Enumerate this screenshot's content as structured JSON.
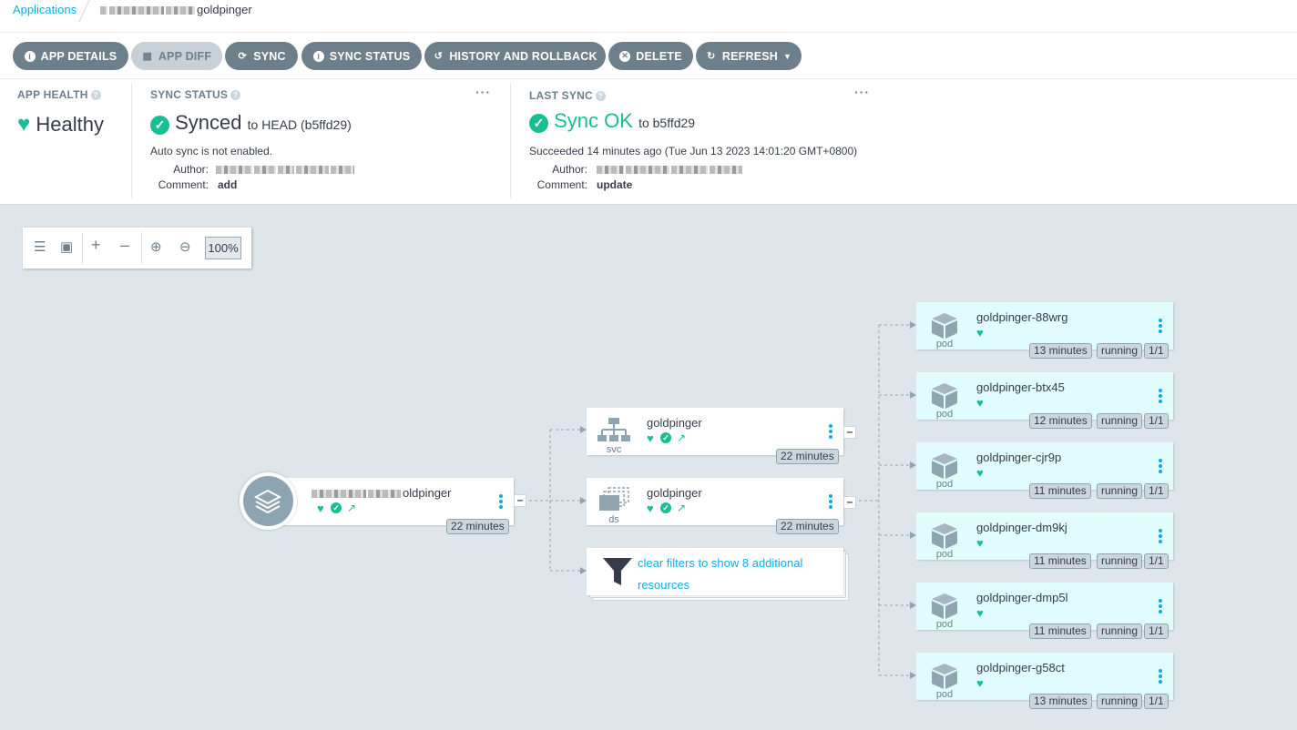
{
  "breadcrumb": {
    "root": "Applications",
    "current": "goldpinger"
  },
  "toolbar": {
    "app_details": "APP DETAILS",
    "app_diff": "APP DIFF",
    "sync": "SYNC",
    "sync_status": "SYNC STATUS",
    "history": "HISTORY AND ROLLBACK",
    "delete": "DELETE",
    "refresh": "REFRESH"
  },
  "app_health": {
    "title": "APP HEALTH",
    "value": "Healthy"
  },
  "sync_status": {
    "title": "SYNC STATUS",
    "value": "Synced",
    "target": "to HEAD (b5ffd29)",
    "auto_sync": "Auto sync is not enabled.",
    "author_label": "Author:",
    "comment_label": "Comment:",
    "comment": "add"
  },
  "last_sync": {
    "title": "LAST SYNC",
    "value": "Sync OK",
    "target": "to b5ffd29",
    "succeeded": "Succeeded 14 minutes ago (Tue Jun 13 2023 14:01:20 GMT+0800)",
    "author_label": "Author:",
    "comment_label": "Comment:",
    "comment": "update"
  },
  "graph_tools": {
    "zoom": "100%"
  },
  "tree": {
    "app": {
      "name": "oldpinger",
      "age": "22 minutes"
    },
    "svc": {
      "name": "goldpinger",
      "kind": "svc",
      "age": "22 minutes"
    },
    "ds": {
      "name": "goldpinger",
      "kind": "ds",
      "age": "22 minutes"
    },
    "filter": {
      "text": "clear filters to show 8 additional resources"
    },
    "pods": [
      {
        "name": "goldpinger-88wrg",
        "kind": "pod",
        "age": "13 minutes",
        "status": "running",
        "ready": "1/1"
      },
      {
        "name": "goldpinger-btx45",
        "kind": "pod",
        "age": "12 minutes",
        "status": "running",
        "ready": "1/1"
      },
      {
        "name": "goldpinger-cjr9p",
        "kind": "pod",
        "age": "11 minutes",
        "status": "running",
        "ready": "1/1"
      },
      {
        "name": "goldpinger-dm9kj",
        "kind": "pod",
        "age": "11 minutes",
        "status": "running",
        "ready": "1/1"
      },
      {
        "name": "goldpinger-dmp5l",
        "kind": "pod",
        "age": "11 minutes",
        "status": "running",
        "ready": "1/1"
      },
      {
        "name": "goldpinger-g58ct",
        "kind": "pod",
        "age": "13 minutes",
        "status": "running",
        "ready": "1/1"
      }
    ]
  },
  "colors": {
    "accent": "#0dadea",
    "success": "#18be94",
    "button": "#6d7f8b",
    "canvas": "#dee6eb",
    "pod_bg": "#e0fcfc"
  }
}
